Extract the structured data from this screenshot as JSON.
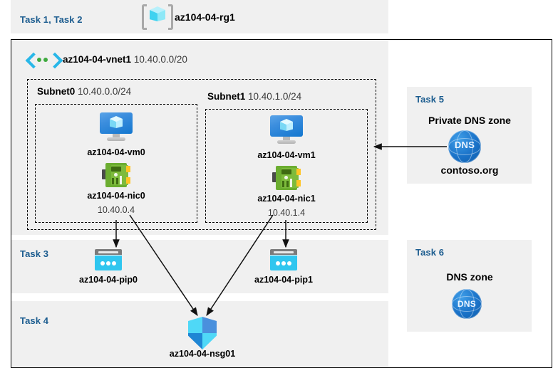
{
  "diagram": {
    "title": "az104-04-rg1",
    "accent_blue": "#1b5c8f",
    "panel_bg": "#f0f0f0"
  },
  "resource_group": {
    "task_label": "Task 1, Task 2",
    "name": "az104-04-rg1",
    "icon": "resource-group-cube-icon"
  },
  "vnet": {
    "name": "az104-04-vnet1",
    "address_space": "10.40.0.0/20",
    "icon": "virtual-network-icon"
  },
  "subnets": [
    {
      "name": "Subnet0",
      "address_prefix": "10.40.0.0/24",
      "vm": {
        "name": "az104-04-vm0",
        "icon": "virtual-machine-icon"
      },
      "nic": {
        "name": "az104-04-nic0",
        "ip": "10.40.0.4",
        "icon": "network-interface-icon"
      }
    },
    {
      "name": "Subnet1",
      "address_prefix": "10.40.1.0/24",
      "vm": {
        "name": "az104-04-vm1",
        "icon": "virtual-machine-icon"
      },
      "nic": {
        "name": "az104-04-nic1",
        "ip": "10.40.1.4",
        "icon": "network-interface-icon"
      }
    }
  ],
  "public_ips": {
    "task_label": "Task 3",
    "items": [
      {
        "name": "az104-04-pip0",
        "icon": "public-ip-address-icon"
      },
      {
        "name": "az104-04-pip1",
        "icon": "public-ip-address-icon"
      }
    ]
  },
  "nsg": {
    "task_label": "Task 4",
    "name": "az104-04-nsg01",
    "icon": "network-security-group-shield-icon"
  },
  "private_dns": {
    "task_label": "Task 5",
    "heading": "Private DNS zone",
    "zone_name": "contoso.org",
    "icon": "dns-globe-icon"
  },
  "public_dns": {
    "task_label": "Task 6",
    "heading": "DNS zone",
    "icon": "dns-globe-icon"
  }
}
